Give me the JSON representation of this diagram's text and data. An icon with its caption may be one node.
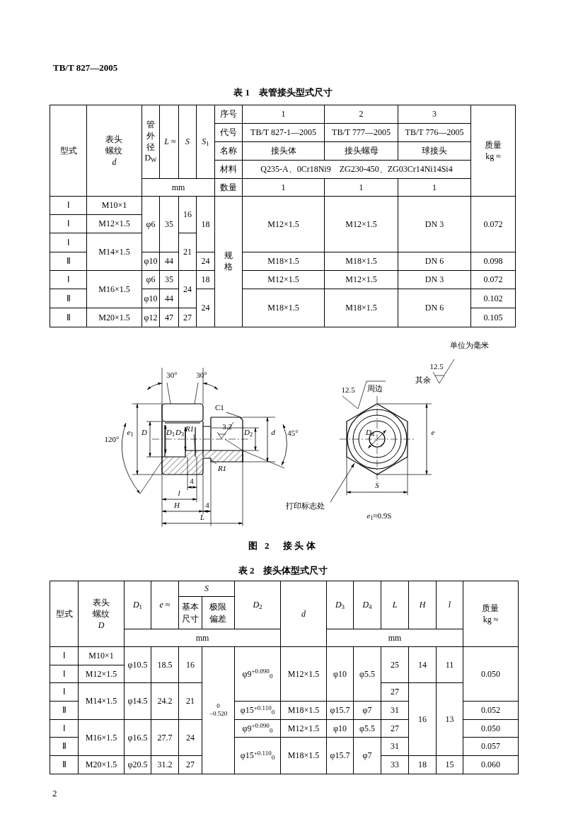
{
  "diagram": {
    "nodes": [
      {
        "text": [
          "C1"
        ]
      },
      {
        "text": [
          "打印标志处"
        ]
      },
      {
        "text": [],
        "shape": "picture"
      }
    ],
    "edges": [
      {
        "from": 0,
        "to": null,
        "arrow": "none"
      },
      {
        "from": 1,
        "to": 2,
        "arrow": "to"
      }
    ],
    "labels": [
      "TB/T 827—2005",
      "表 1　表管接头型式尺寸",
      "型式",
      "表头螺纹 *d*",
      "管外径D$_{W}$",
      "*L* ≈",
      "S",
      "*S*$_{1}$",
      "序号",
      "1",
      "2",
      "3",
      "质量 kg ≈",
      "代号",
      "TB/T 827-1—2005",
      "TB/T 777—2005",
      "TB/T 776—2005",
      "名称",
      "接头体",
      "接头螺母",
      "球接头",
      "材料",
      "Q235-A、0Cr18Ni9　ZG230-450、ZG03Cr14Ni14Si4",
      "mm",
      "数量",
      "1",
      "1",
      "1",
      "Ⅰ",
      "M10×1",
      "Ⅰ",
      "M12×1.5",
      "φ6",
      "35",
      "16",
      "18",
      "规格",
      "M12×1.5",
      "M12×1.5",
      "DN 3",
      "0.072",
      "Ⅰ",
      "M14×1.5",
      "21",
      "Ⅱ",
      "φ10",
      "44",
      "24",
      "M18×1.5",
      "M18×1.5",
      "DN 6",
      "0.098",
      "Ⅰ",
      "M16×1.5",
      "φ6",
      "35",
      "24",
      "18",
      "M12×1.5",
      "M12×1.5",
      "DN 3",
      "0.072",
      "Ⅱ",
      "φ10",
      "44",
      "24",
      "M18×1.5",
      "M18×1.5",
      "DN 6",
      "0.102",
      "Ⅱ",
      "M20×1.5",
      "φ12",
      "47",
      "27",
      "0.105",
      "单位为毫米",
      "12.5",
      "30°",
      "30°",
      "其余",
      "周边",
      "12.5",
      "120°",
      "*e*$_{1}$",
      "D",
      "*D*$_{1}$",
      "*D*$_{3}$",
      "R1",
      "3.2",
      "*D*$_{2}$",
      "d",
      "45°",
      "*D*$_{4}$",
      "e",
      "R1",
      "4",
      "S",
      "l",
      "H",
      "4",
      "L",
      "*e*$_{1}$≈0.9S",
      "图 2　接头体",
      "表 2　接头体型式尺寸",
      "型式",
      "表头螺纹 *D*",
      "*D*$_{1}$",
      "*e* ≈",
      "S",
      "基本尺寸",
      "极限偏差",
      "*D*$_{2}$",
      "d",
      "*D*$_{3}$",
      "*D*$_{4}$",
      "L",
      "H",
      "l",
      "质量 kg ≈",
      "mm",
      "mm",
      "Ⅰ",
      "M10×1",
      "Ⅰ",
      "M12×1.5",
      "φ10.5",
      "18.5",
      "16",
      "0 −0.520",
      "φ9$^{+0.090}$$_{0}$",
      "M12×1.5",
      "φ10",
      "φ5.5",
      "25",
      "14",
      "11",
      "0.050",
      "Ⅰ",
      "M14×1.5",
      "φ14.5",
      "24.2",
      "21",
      "27",
      "16",
      "13",
      "Ⅱ",
      "φ15$^{+0.110}$$_{0}$",
      "M18×1.5",
      "φ15.7",
      "φ7",
      "31",
      "0.052",
      "Ⅰ",
      "M16×1.5",
      "φ16.5",
      "27.7",
      "24",
      "φ9$^{+0.090}$$_{0}$",
      "M12×1.5",
      "φ10",
      "φ5.5",
      "27",
      "0.050",
      "Ⅱ",
      "φ15$^{+0.110}$$_{0}$",
      "M18×1.5",
      "φ15.7",
      "φ7",
      "31",
      "0.057",
      "Ⅱ",
      "M20×1.5",
      "φ20.5",
      "31.2",
      "27",
      "33",
      "18",
      "15",
      "0.060",
      "2"
    ]
  }
}
